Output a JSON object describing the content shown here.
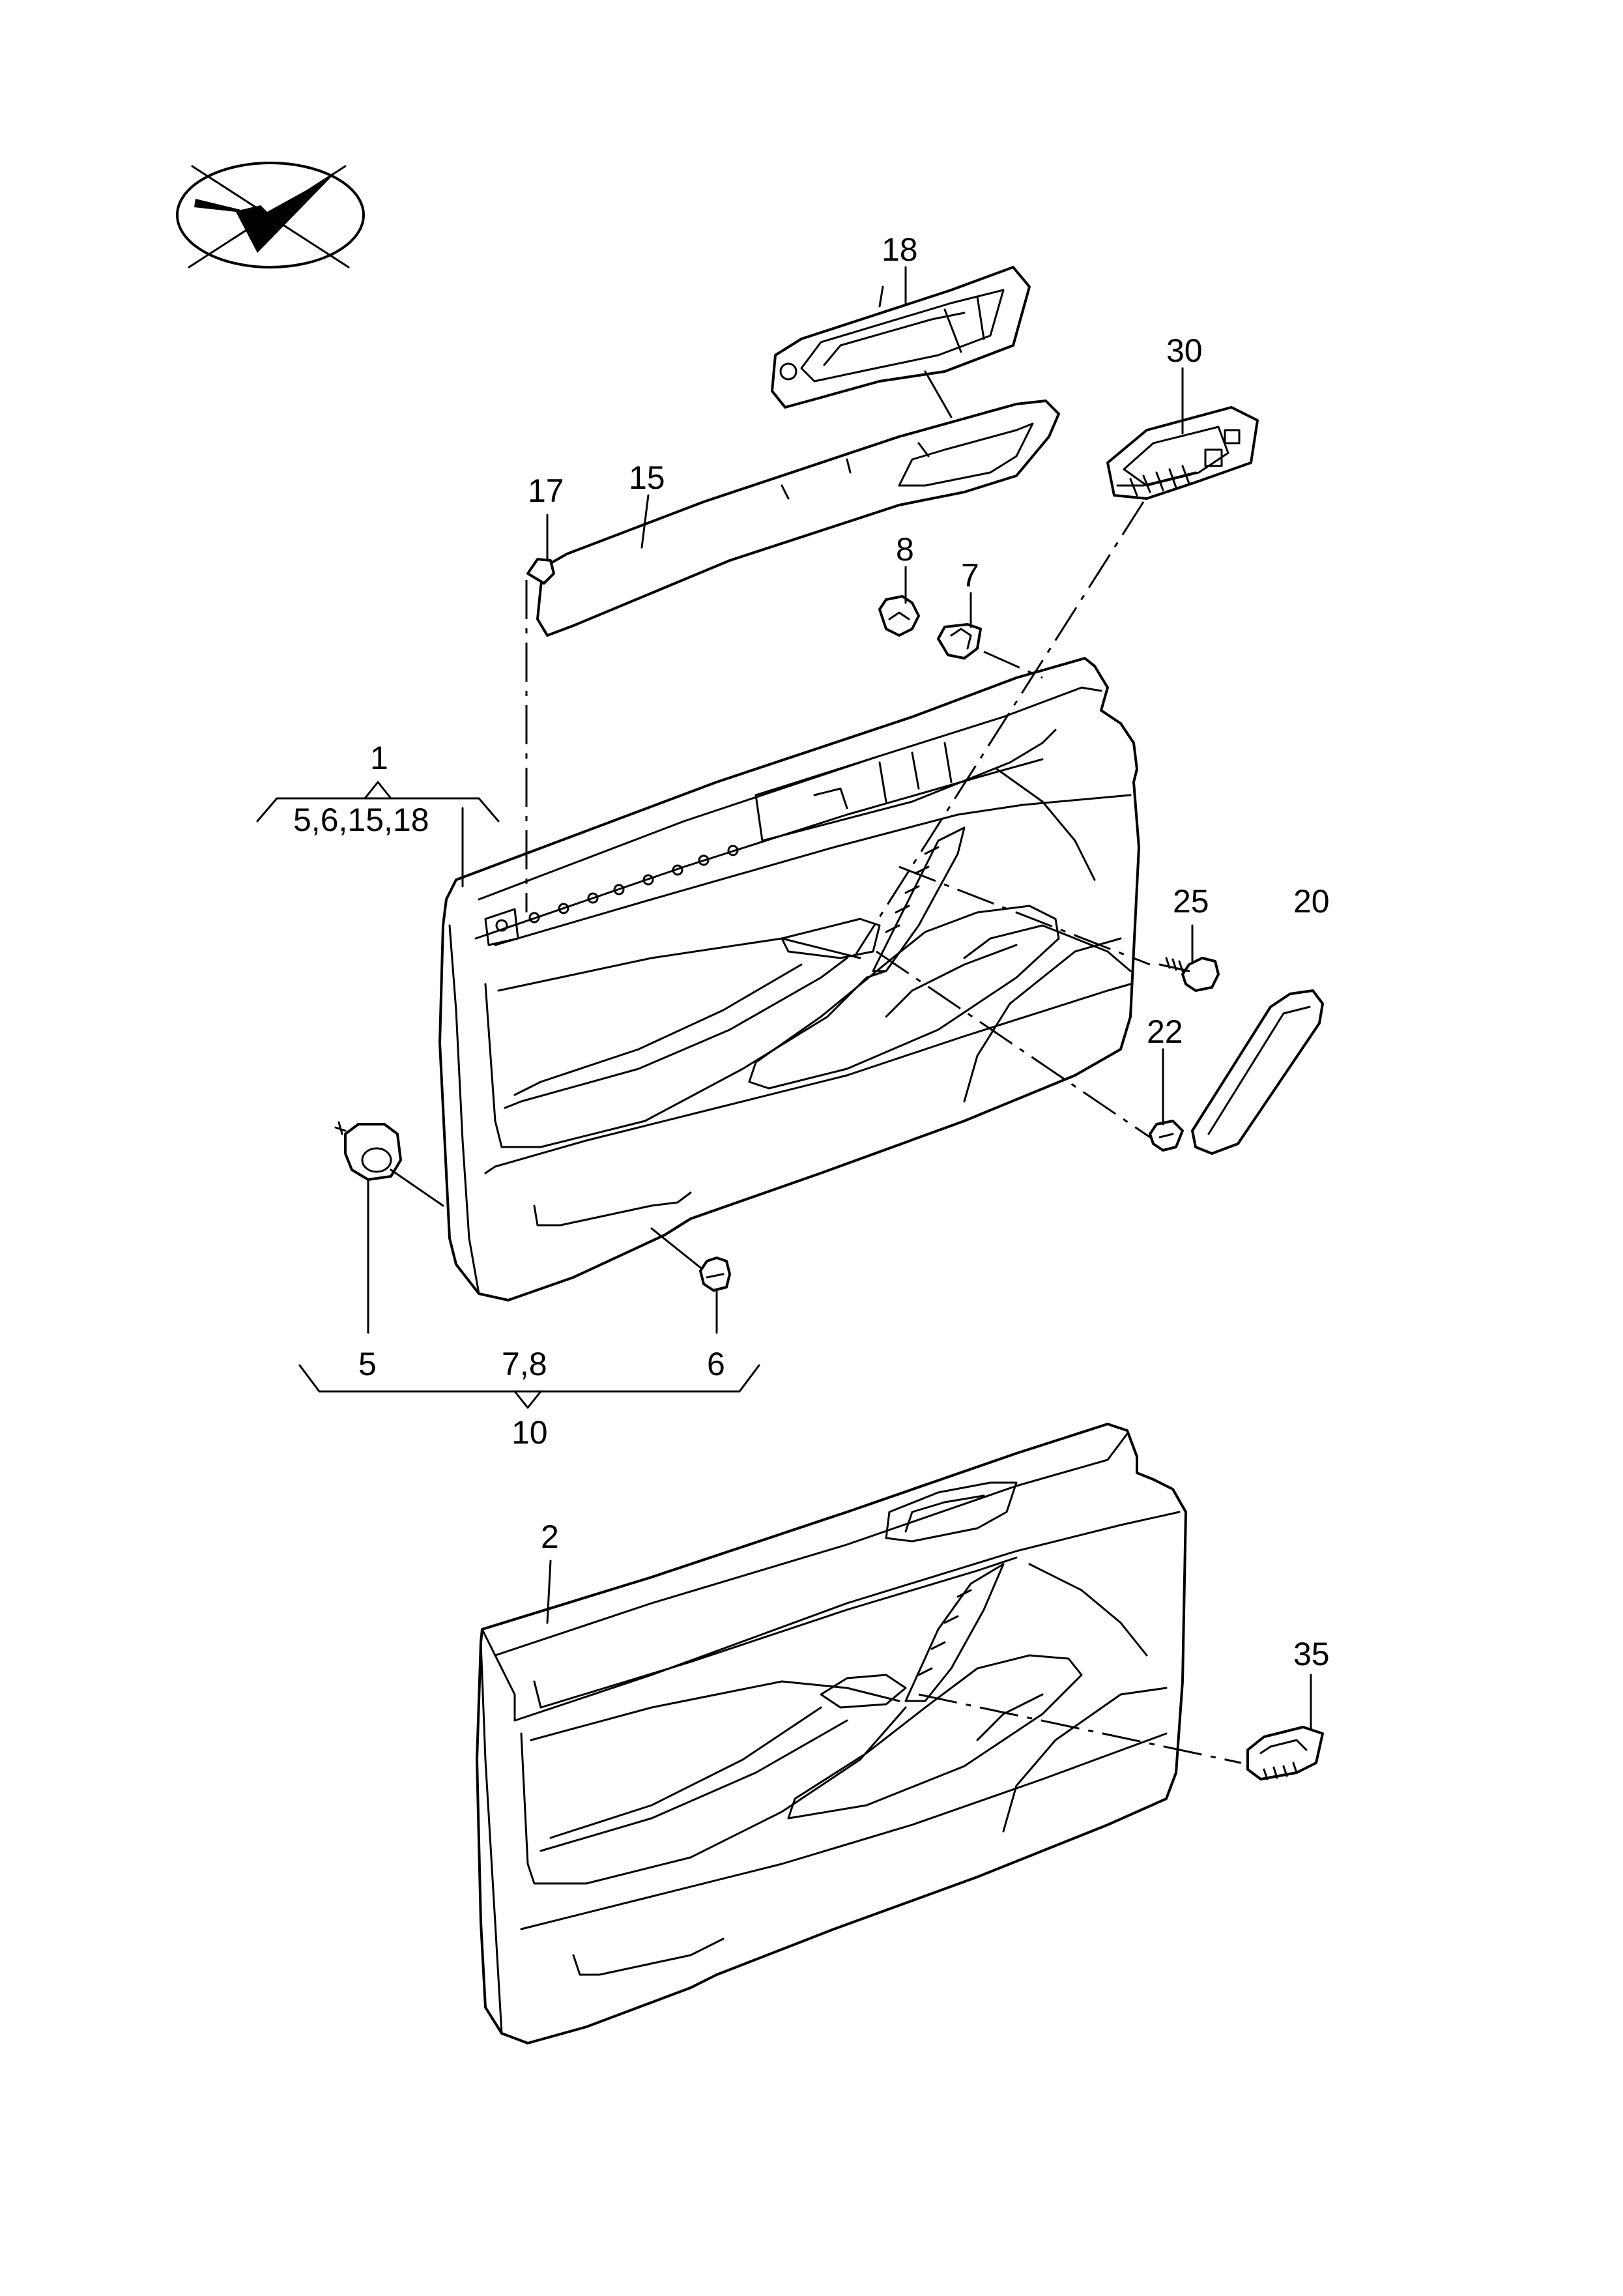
{
  "labels": {
    "p1": "1",
    "p1_sub": "5,6,15,18",
    "p2": "2",
    "p5": "5",
    "p6": "6",
    "p7": "7",
    "p7_8": "7,8",
    "p8": "8",
    "p10": "10",
    "p15": "15",
    "p17": "17",
    "p18": "18",
    "p20": "20",
    "p22": "22",
    "p25": "25",
    "p30": "30",
    "p35": "35"
  },
  "icons": {
    "orientation_symbol": "checkmark-in-crossed-ellipse-icon"
  }
}
